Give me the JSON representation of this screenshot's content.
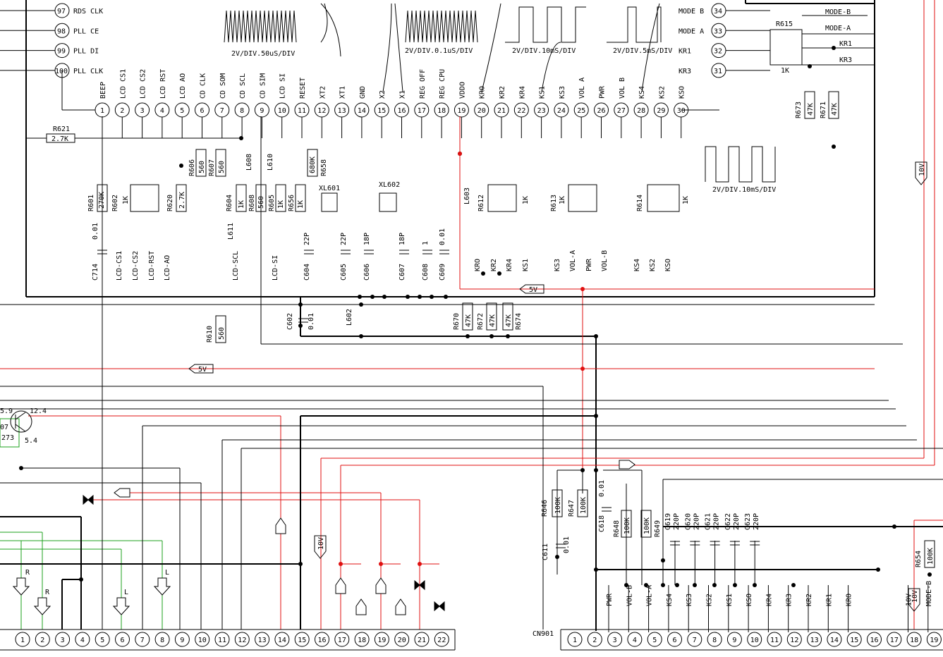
{
  "ic_pins_top": [
    {
      "n": "1",
      "label": "BEEP"
    },
    {
      "n": "2",
      "label": "LCD CS1"
    },
    {
      "n": "3",
      "label": "LCD CS2"
    },
    {
      "n": "4",
      "label": "LCD RST"
    },
    {
      "n": "5",
      "label": "LCD AO"
    },
    {
      "n": "6",
      "label": "CD CLK"
    },
    {
      "n": "7",
      "label": "CD SOM"
    },
    {
      "n": "8",
      "label": "CD SCL"
    },
    {
      "n": "9",
      "label": "CD SIM"
    },
    {
      "n": "10",
      "label": "LCD SI"
    },
    {
      "n": "11",
      "label": "RESET"
    },
    {
      "n": "12",
      "label": "XT2"
    },
    {
      "n": "13",
      "label": "XT1"
    },
    {
      "n": "14",
      "label": "GND"
    },
    {
      "n": "15",
      "label": "X2"
    },
    {
      "n": "16",
      "label": "X1"
    },
    {
      "n": "17",
      "label": "REG OFF"
    },
    {
      "n": "18",
      "label": "REG CPU"
    },
    {
      "n": "19",
      "label": "VDDO"
    },
    {
      "n": "20",
      "label": "KRO"
    },
    {
      "n": "21",
      "label": "KR2"
    },
    {
      "n": "22",
      "label": "KR4"
    },
    {
      "n": "23",
      "label": "KS1"
    },
    {
      "n": "24",
      "label": "KS3"
    },
    {
      "n": "25",
      "label": "VOL A"
    },
    {
      "n": "26",
      "label": "PWR"
    },
    {
      "n": "27",
      "label": "VOL B"
    },
    {
      "n": "28",
      "label": "KS4"
    },
    {
      "n": "29",
      "label": "KS2"
    },
    {
      "n": "30",
      "label": "KSO"
    }
  ],
  "ic_pins_left": [
    {
      "n": "97",
      "label": "RDS CLK"
    },
    {
      "n": "98",
      "label": "PLL CE"
    },
    {
      "n": "99",
      "label": "PLL DI"
    },
    {
      "n": "100",
      "label": "PLL CLK"
    }
  ],
  "ic_pins_right": [
    {
      "n": "34",
      "label": "MODE B"
    },
    {
      "n": "33",
      "label": "MODE A"
    },
    {
      "n": "32",
      "label": "KR1"
    },
    {
      "n": "31",
      "label": "KR3"
    }
  ],
  "waveforms": [
    {
      "label": "2V/DIV.50uS/DIV"
    },
    {
      "label": "2V/DIV.0.1uS/DIV"
    },
    {
      "label": "2V/DIV.10mS/DIV"
    },
    {
      "label": "2V/DIV.5mS/DIV"
    },
    {
      "label": "2V/DIV.10mS/DIV"
    }
  ],
  "components": {
    "r621": {
      "ref": "R621",
      "val": "2.7K"
    },
    "r601": {
      "ref": "R601",
      "val": "270K"
    },
    "r602": {
      "ref": "R602",
      "val": "1K"
    },
    "r620": {
      "ref": "R620",
      "val": "2.7K"
    },
    "r606": {
      "ref": "R606",
      "val": "560"
    },
    "r607": {
      "ref": "R607",
      "val": "560"
    },
    "r604": {
      "ref": "R604",
      "val": "1K"
    },
    "r608": {
      "ref": "R608",
      "val": "560"
    },
    "r605": {
      "ref": "R605",
      "val": "1K"
    },
    "r656": {
      "ref": "R656",
      "val": "1K"
    },
    "r658": {
      "ref": "R658",
      "val": "680K"
    },
    "r612": {
      "ref": "R612",
      "val": "1K"
    },
    "r613": {
      "ref": "R613",
      "val": "1K"
    },
    "r614": {
      "ref": "R614",
      "val": "1K"
    },
    "r615": {
      "ref": "R615",
      "val": "1K"
    },
    "r673": {
      "ref": "R673",
      "val": "47K"
    },
    "r671": {
      "ref": "R671",
      "val": "47K"
    },
    "r670": {
      "ref": "R670",
      "val": "47K"
    },
    "r672": {
      "ref": "R672",
      "val": "47K"
    },
    "r674": {
      "ref": "R674",
      "val": "47K"
    },
    "r610": {
      "ref": "R610",
      "val": "560"
    },
    "r646": {
      "ref": "R646",
      "val": "100K"
    },
    "r647": {
      "ref": "R647",
      "val": "100K"
    },
    "r648": {
      "ref": "R648",
      "val": "100K"
    },
    "r649": {
      "ref": "R649",
      "val": "100K"
    },
    "r654": {
      "ref": "R654",
      "val": "100K"
    },
    "l608": "L608",
    "l610": "L610",
    "l611": "L611",
    "l603": "L603",
    "l602": "L602",
    "xl601": "XL601",
    "xl602": "XL602",
    "c714": {
      "ref": "C714",
      "val": "0.01"
    },
    "c604": {
      "ref": "C604",
      "val": "22P"
    },
    "c605": {
      "ref": "C605",
      "val": "22P"
    },
    "c606": {
      "ref": "C606",
      "val": "18P"
    },
    "c607": {
      "ref": "C607",
      "val": "18P"
    },
    "c608": {
      "ref": "C608",
      "val": "1"
    },
    "c609": {
      "ref": "C609",
      "val": "0.01"
    },
    "c602": {
      "ref": "C602",
      "val": "0.01"
    },
    "c611": {
      "ref": "C611",
      "val": "0.01"
    },
    "c618": {
      "ref": "C618",
      "val": "0.01"
    },
    "c619": {
      "ref": "C619",
      "val": "220P"
    },
    "c620": {
      "ref": "C620",
      "val": "220P"
    },
    "c621": {
      "ref": "C621",
      "val": "220P"
    },
    "c622": {
      "ref": "C622",
      "val": "220P"
    },
    "c623": {
      "ref": "C623",
      "val": "220P"
    }
  },
  "net_labels": {
    "lcd_cs1": "LCD-CS1",
    "lcd_cs2": "LCD-CS2",
    "lcd_rst": "LCD-RST",
    "lcd_ao": "LCD-AO",
    "lcd_scl": "LCD-SCL",
    "lcd_si": "LCD-SI",
    "kro": "KRO",
    "kr2": "KR2",
    "kr4": "KR4",
    "ks1": "KS1",
    "ks3": "KS3",
    "vola": "VOL-A",
    "pwr": "PWR",
    "volb": "VOL-B",
    "ks4": "KS4",
    "ks2": "KS2",
    "kso": "KSO",
    "mode_b": "MODE-B",
    "mode_a": "MODE-A",
    "kr1": "KR1",
    "kr3": "KR3"
  },
  "power_flags": {
    "v5": "5V",
    "v10": "10V"
  },
  "transistor": {
    "v1": "5.9",
    "v2": "12.4",
    "v3": "5.4",
    "ref_partial_a": "07",
    "ref_partial_b": "273"
  },
  "arrows": {
    "r": "R",
    "l": "L"
  },
  "left_connector": {
    "pins": [
      "1",
      "2",
      "3",
      "4",
      "5",
      "6",
      "7",
      "8",
      "9",
      "10",
      "11",
      "12",
      "13",
      "14",
      "15",
      "16",
      "17",
      "18",
      "19",
      "20",
      "21",
      "22"
    ]
  },
  "cn901": {
    "ref": "CN901",
    "pins": [
      "1",
      "2",
      "3",
      "4",
      "5",
      "6",
      "7",
      "8",
      "9",
      "10",
      "11",
      "12",
      "13",
      "14",
      "15",
      "16",
      "17",
      "18",
      "19"
    ],
    "labels": [
      "PWR",
      "VOL-B",
      "VOL-A",
      "KS4",
      "KS3",
      "KS2",
      "KS1",
      "KSO",
      "KR4",
      "KR3",
      "KR2",
      "KR1",
      "KRO",
      "",
      "",
      "10V",
      "MODE-B"
    ]
  }
}
